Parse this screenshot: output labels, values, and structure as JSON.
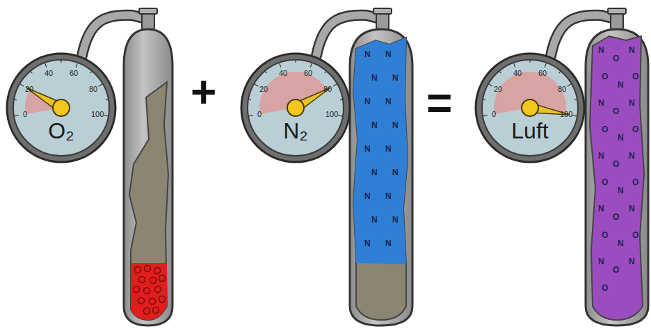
{
  "diagram": {
    "nodes": [
      {
        "text": [
          "O₂"
        ]
      },
      {
        "text": [
          "N₂"
        ]
      },
      {
        "text": [
          "Luft"
        ]
      }
    ],
    "labels": [
      "0",
      "20",
      "40",
      "60",
      "80",
      "100",
      "0",
      "20",
      "40",
      "60",
      "80",
      "100",
      "0",
      "20",
      "40",
      "60",
      "80",
      "100",
      "+",
      "=",
      "N",
      "N",
      "N",
      "N",
      "N",
      "N",
      "N",
      "N",
      "N",
      "N",
      "N",
      "N",
      "N",
      "N",
      "N",
      "N",
      "N",
      "N",
      "N",
      "O",
      "N",
      "O",
      "N",
      "O",
      "N",
      "O",
      "N",
      "O",
      "N",
      "O",
      "N",
      "O",
      "N",
      "O",
      "N",
      "O",
      "N",
      "O",
      "N",
      "O",
      "N",
      "O",
      "N",
      "O",
      "N",
      "O"
    ]
  }
}
